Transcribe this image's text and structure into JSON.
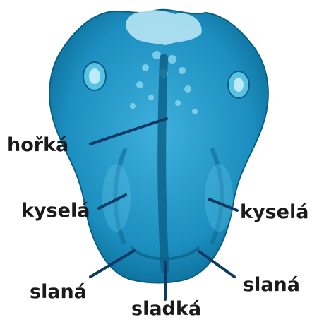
{
  "diagram": {
    "subject": "tongue taste zones",
    "colors": {
      "tongue_dark": "#0a5f86",
      "tongue_mid": "#1f93c4",
      "tongue_light": "#59c3e6",
      "tongue_highlight": "#bfeaf7",
      "leader_line": "#0d3b66",
      "label_text": "#1a1a1a"
    },
    "labels": {
      "bitter": "hořká",
      "sour_left": "kyselá",
      "sour_right": "kyselá",
      "salty_left": "slaná",
      "salty_right": "slaná",
      "sweet": "sladká"
    }
  }
}
